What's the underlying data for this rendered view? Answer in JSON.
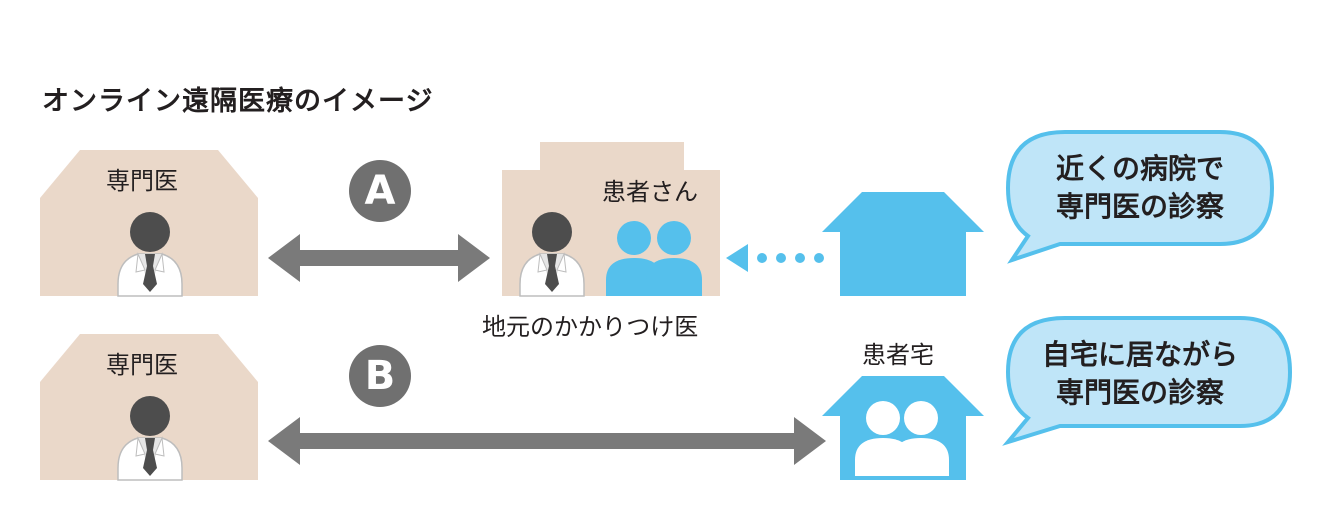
{
  "title": "オンライン遠隔医療のイメージ",
  "scenario_a": {
    "badge": "A",
    "specialist_label": "専門医",
    "patients_label": "患者さん",
    "local_doctor_label": "地元のかかりつけ医",
    "bubble_lines": [
      "近くの病院で",
      "専門医の診察"
    ]
  },
  "scenario_b": {
    "badge": "B",
    "specialist_label": "専門医",
    "home_label": "患者宅",
    "bubble_lines": [
      "自宅に居ながら",
      "専門医の診察"
    ]
  },
  "colors": {
    "facility": "#ead8c9",
    "doctor": "#4d4d4d",
    "coat": "#ffffff",
    "tie": "#4d4d4d",
    "arrow": "#7a7a7a",
    "patient_blue": "#55c0ec",
    "bubble_fill": "#bfe5f8",
    "bubble_stroke": "#55c0ec",
    "badge": "#707070"
  },
  "icons": [
    "doctor-icon",
    "patient-icon",
    "house-icon",
    "hospital-icon",
    "speech-bubble-icon",
    "double-arrow-icon"
  ]
}
